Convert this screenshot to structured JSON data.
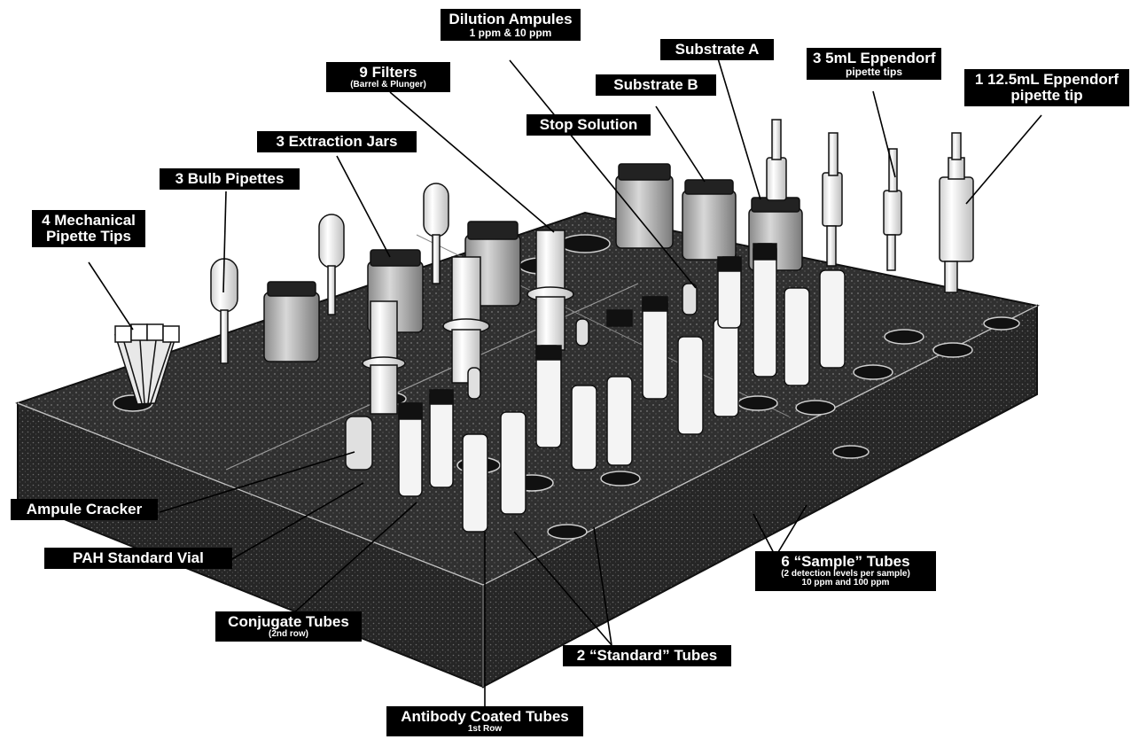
{
  "colors": {
    "ink": "#000000",
    "paper": "#ffffff",
    "tray": "#2a2a2a",
    "tube": "#f4f4f4"
  },
  "labels": {
    "dilution_ampules": {
      "line1": "Dilution Ampules",
      "line2": "1 ppm & 10 ppm"
    },
    "substrate_a": {
      "line1": "Substrate A"
    },
    "filters": {
      "line1": "9 Filters",
      "line2": "(Barrel & Plunger)"
    },
    "substrate_b": {
      "line1": "Substrate B"
    },
    "eppendorf_5ml": {
      "line1": "3 5mL Eppendorf",
      "line2": "pipette tips"
    },
    "eppendorf_12ml": {
      "line1": "1 12.5mL Eppendorf",
      "line2": "pipette tip"
    },
    "stop_solution": {
      "line1": "Stop Solution"
    },
    "extraction_jars": {
      "line1": "3 Extraction Jars"
    },
    "bulb_pipettes": {
      "line1": "3 Bulb Pipettes"
    },
    "mechanical_tips": {
      "line1": "4 Mechanical",
      "line2": "Pipette Tips"
    },
    "ampule_cracker": {
      "line1": "Ampule Cracker"
    },
    "pah_vial": {
      "line1": "PAH Standard Vial"
    },
    "sample_tubes": {
      "line1": "6 “Sample” Tubes",
      "line2": "(2 detection levels per sample)",
      "line3": "10 ppm and 100 ppm"
    },
    "conjugate_tubes": {
      "line1": "Conjugate Tubes",
      "line2": "(2nd row)"
    },
    "standard_tubes": {
      "line1": "2 “Standard” Tubes"
    },
    "antibody_tubes": {
      "line1": "Antibody Coated Tubes",
      "line2": "1st Row"
    }
  }
}
